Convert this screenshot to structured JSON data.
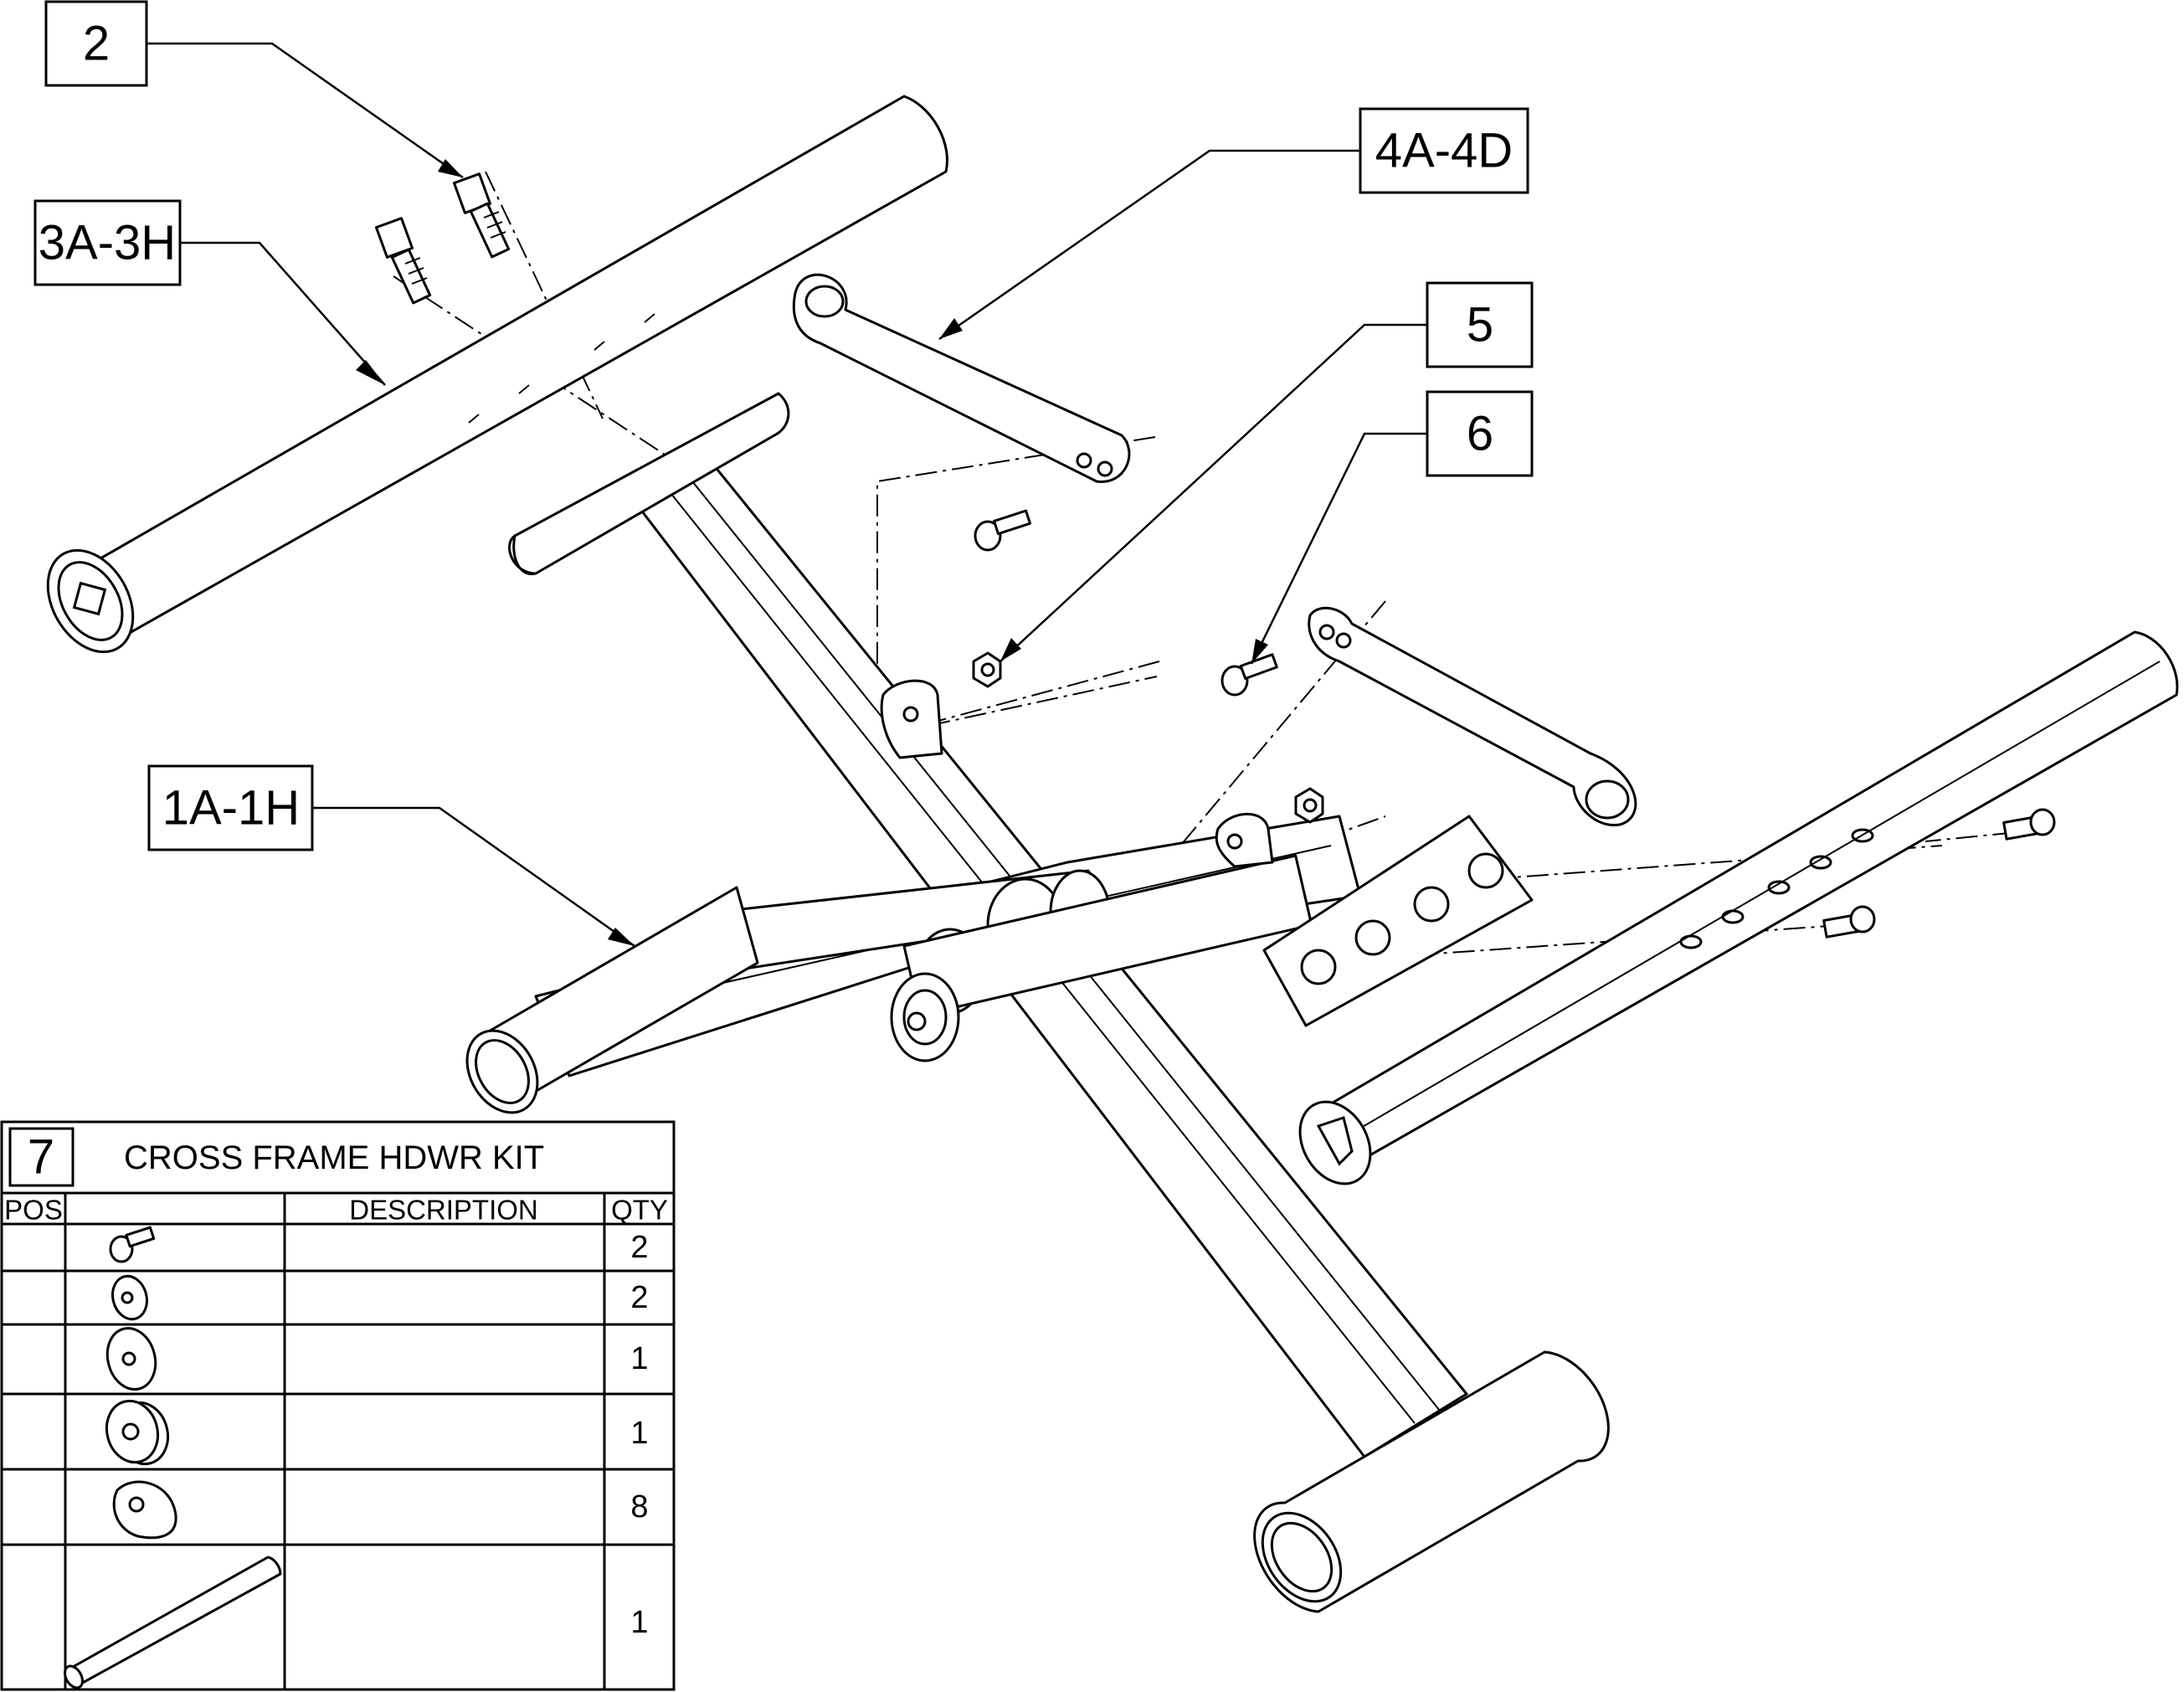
{
  "callouts": {
    "c2": "2",
    "c3": "3A-3H",
    "c4": "4A-4D",
    "c5": "5",
    "c6": "6",
    "c1": "1A-1H"
  },
  "kit_table": {
    "kit_number": "7",
    "title": "CROSS FRAME HDWR KIT",
    "headers": {
      "pos": "POS",
      "description": "DESCRIPTION",
      "qty": "QTY"
    },
    "rows": [
      {
        "icon": "button-head-screw-icon",
        "qty": "2"
      },
      {
        "icon": "small-washer-icon",
        "qty": "2"
      },
      {
        "icon": "large-washer-icon",
        "qty": "1"
      },
      {
        "icon": "thick-spacer-icon",
        "qty": "1"
      },
      {
        "icon": "cam-spacer-icon",
        "qty": "8"
      },
      {
        "icon": "rod-icon",
        "qty": "1"
      }
    ]
  }
}
